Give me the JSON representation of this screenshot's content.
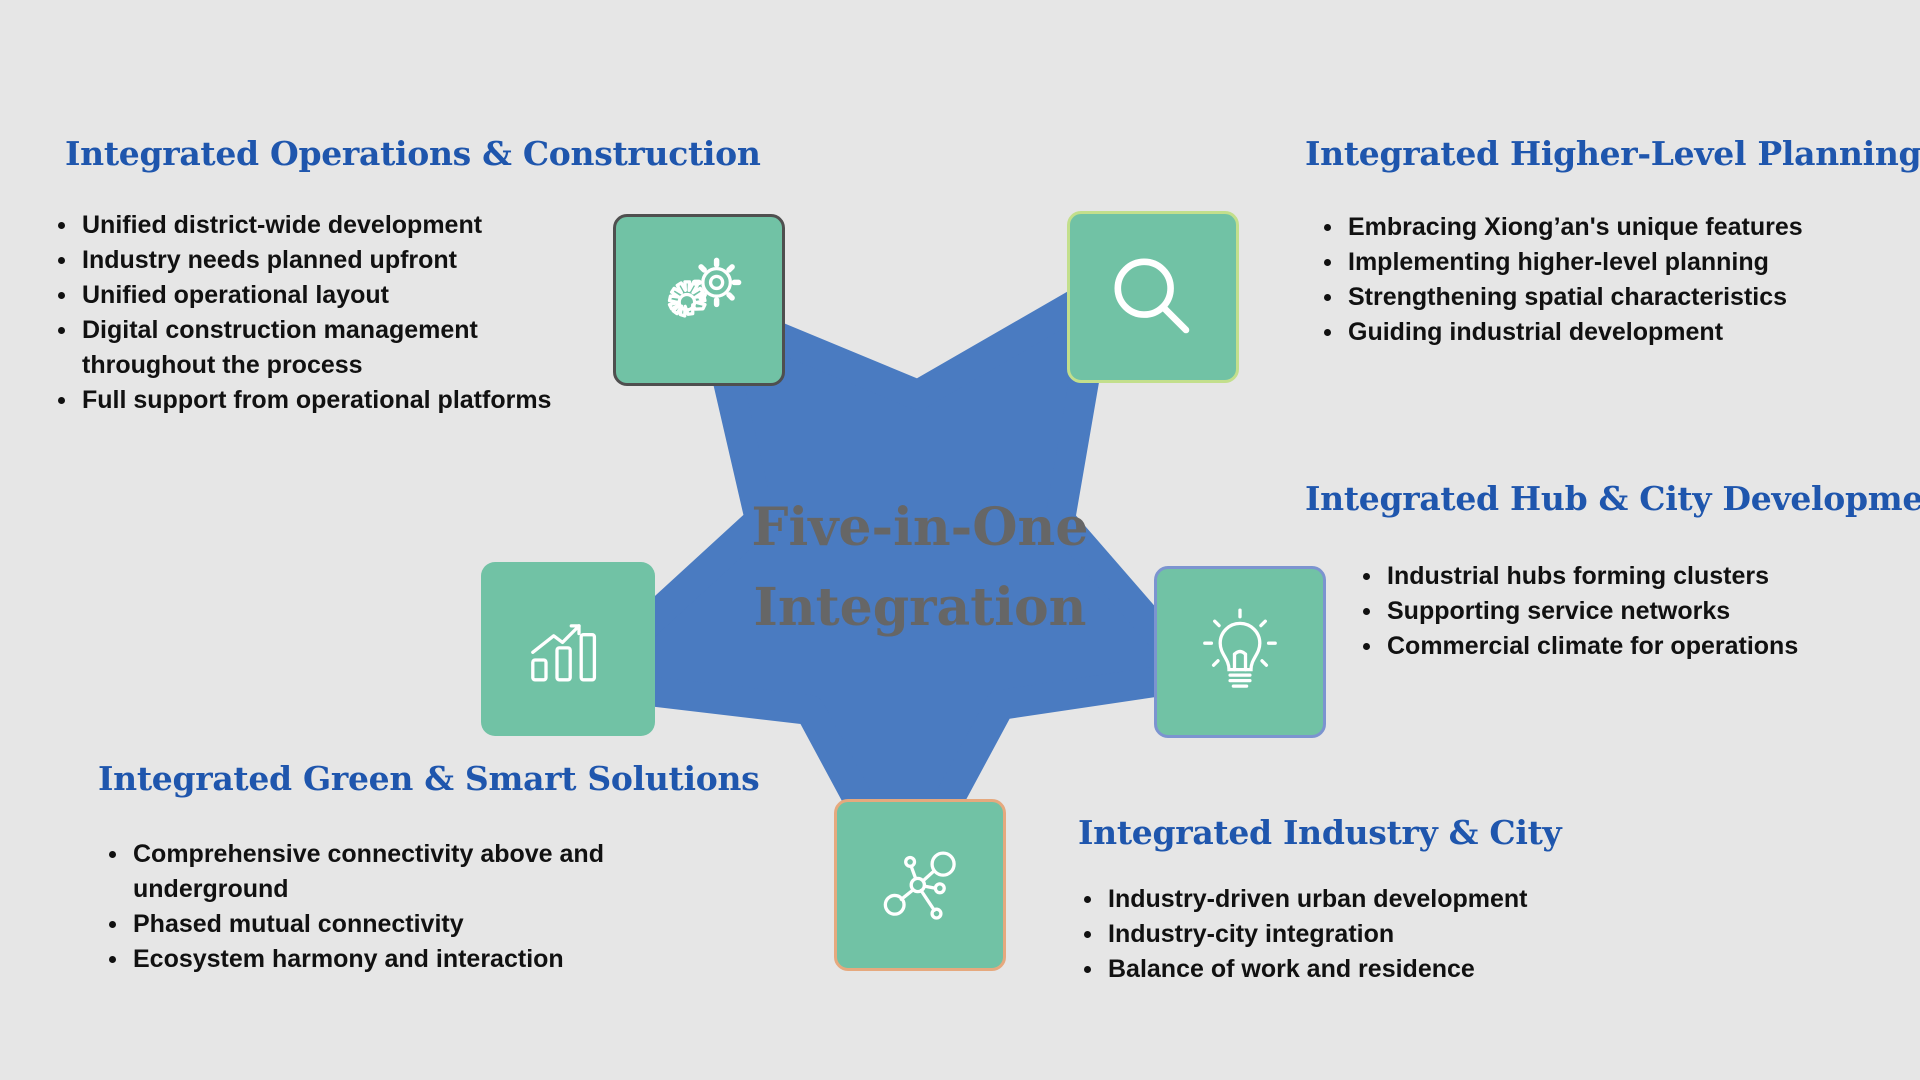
{
  "center": {
    "line1": "Five-in-One",
    "line2": "Integration"
  },
  "colors": {
    "background": "#e6e6e6",
    "star": "#4a7bc1",
    "icon_box": "#71c2a5",
    "title": "#1f56ad",
    "text": "#111111"
  },
  "sections": {
    "operations": {
      "title": "Integrated Operations & Construction",
      "icon": "gears-icon",
      "items": [
        "Unified district-wide development",
        "Industry needs planned upfront",
        "Unified operational layout",
        "Digital construction management throughout the process",
        "Full support from operational platforms"
      ]
    },
    "planning": {
      "title": "Integrated Higher-Level Planning",
      "icon": "search-icon",
      "items": [
        "Embracing Xiong’an's unique features",
        "Implementing higher-level planning",
        "Strengthening spatial characteristics",
        "Guiding industrial development"
      ]
    },
    "hub": {
      "title": "Integrated Hub & City Development",
      "icon": "lightbulb-icon",
      "items": [
        "Industrial hubs forming clusters",
        "Supporting service networks",
        "Commercial climate for operations"
      ]
    },
    "industry": {
      "title": "Integrated Industry & City",
      "icon": "network-icon",
      "items": [
        "Industry-driven urban development",
        "Industry-city integration",
        "Balance of work and residence"
      ]
    },
    "green": {
      "title": "Integrated Green & Smart Solutions",
      "icon": "growth-chart-icon",
      "items": [
        "Comprehensive connectivity above and underground",
        "Phased mutual connectivity",
        "Ecosystem harmony and interaction"
      ]
    }
  }
}
